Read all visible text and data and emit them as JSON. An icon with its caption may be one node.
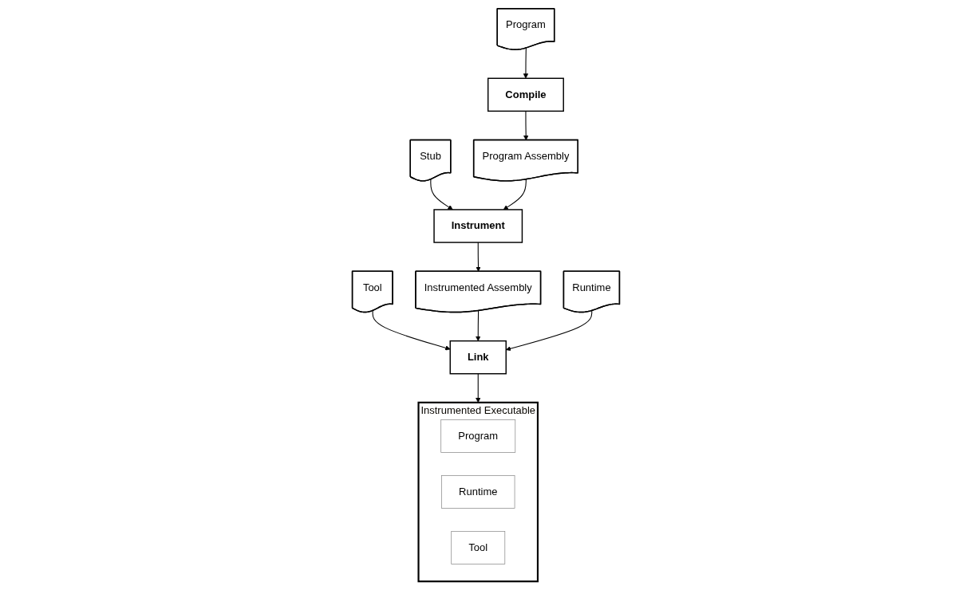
{
  "diagram": {
    "nodes": [
      {
        "text": [
          "Program"
        ]
      },
      {
        "text": [
          "Stub"
        ]
      },
      {
        "text": [
          "Tool"
        ]
      },
      {
        "text": [
          "Compile"
        ]
      },
      {
        "text": [
          "Instrument"
        ]
      },
      {
        "text": [
          "Link"
        ]
      },
      {
        "text": [
          "Instrumented Executable"
        ]
      },
      {
        "text": [
          "Program"
        ],
        "in": 6
      },
      {
        "text": [
          "Runtime"
        ],
        "in": 6
      },
      {
        "text": [
          "Tool"
        ],
        "in": 6
      },
      {
        "text": [
          "Program Assembly"
        ]
      },
      {
        "text": [
          "Instrumented Assembly"
        ]
      },
      {
        "text": [
          "Runtime"
        ]
      }
    ],
    "edges": [
      {
        "from": 0,
        "to": 3,
        "arrow": "to"
      },
      {
        "from": 1,
        "to": 4,
        "arrow": "to"
      },
      {
        "from": 2,
        "to": 5,
        "arrow": "to"
      },
      {
        "from": 3,
        "to": 10,
        "arrow": "to"
      },
      {
        "from": 10,
        "to": 4,
        "arrow": "to"
      },
      {
        "from": 4,
        "to": 11,
        "arrow": "to"
      },
      {
        "from": 11,
        "to": 5,
        "arrow": "to"
      },
      {
        "from": 12,
        "to": 5,
        "arrow": "to"
      },
      {
        "from": 5,
        "to": 6,
        "arrow": "to"
      }
    ]
  }
}
